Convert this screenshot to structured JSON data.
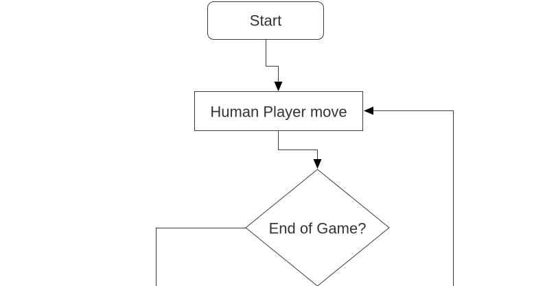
{
  "diagram": {
    "nodes": {
      "start": {
        "label": "Start",
        "shape": "rounded-rectangle"
      },
      "human_move": {
        "label": "Human Player move",
        "shape": "rectangle"
      },
      "end_check": {
        "label": "End of Game?",
        "shape": "diamond"
      }
    },
    "edges": [
      {
        "from": "start",
        "to": "human_move"
      },
      {
        "from": "human_move",
        "to": "end_check"
      },
      {
        "from": "end_check",
        "to": "off-canvas-left"
      },
      {
        "from": "off-canvas-right",
        "to": "human_move"
      }
    ]
  }
}
